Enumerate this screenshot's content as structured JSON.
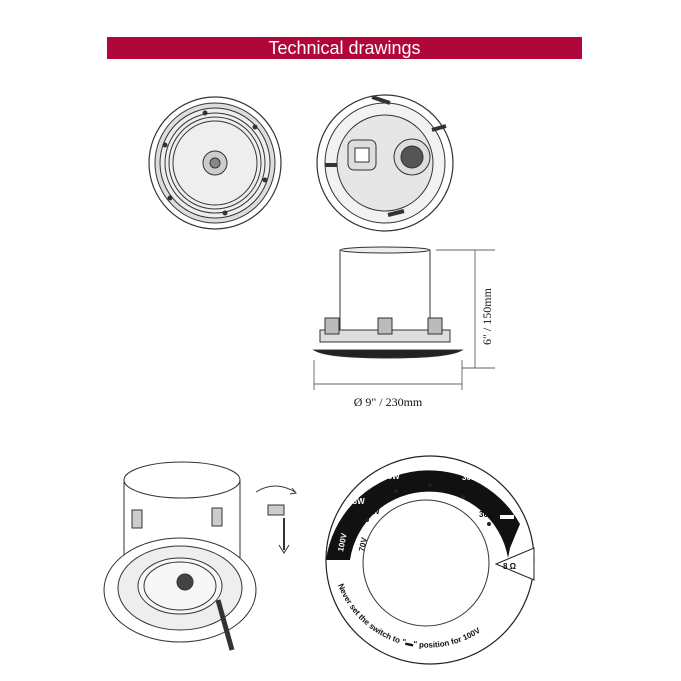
{
  "header": {
    "title": "Technical drawings"
  },
  "dimensions": {
    "height": "6\" / 150mm",
    "diameter": "Ø 9\" / 230mm"
  },
  "dial": {
    "voltage_100": "100V",
    "voltage_70": "70V",
    "outer_watts": [
      "3.8W",
      "7.5W",
      "15W",
      "30W"
    ],
    "inner_watts": [
      "1.9W",
      "3.8W",
      "7.5W",
      "15W",
      "30W"
    ],
    "impedance": "8 Ω",
    "warning": "Never set the switch to \"▬\" position for 100V",
    "colors": {
      "band": "#111111"
    }
  }
}
